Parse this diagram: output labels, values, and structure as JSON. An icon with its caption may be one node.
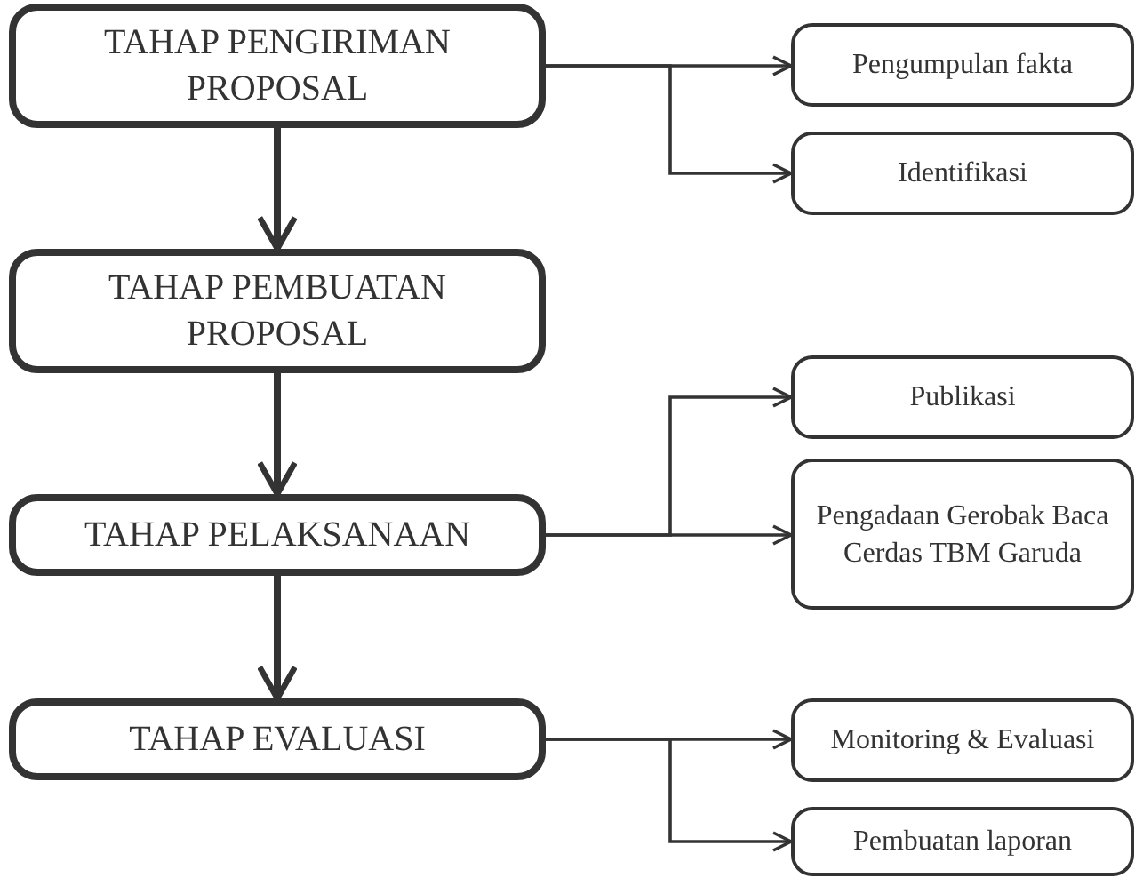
{
  "diagram": {
    "nodes": [
      {
        "text": [
          "TAHAP PENGIRIMAN PROPOSAL"
        ]
      },
      {
        "text": [
          "TAHAP PEMBUATAN PROPOSAL"
        ]
      },
      {
        "text": [
          "TAHAP PELAKSANAAN"
        ]
      },
      {
        "text": [
          "TAHAP EVALUASI"
        ]
      },
      {
        "text": [
          "Pengumpulan fakta"
        ]
      },
      {
        "text": [
          "Identifikasi"
        ]
      },
      {
        "text": [
          "Publikasi"
        ]
      },
      {
        "text": [
          "Pengadaan Gerobak Baca Cerdas TBM Garuda"
        ]
      },
      {
        "text": [
          "Monitoring & Evaluasi"
        ]
      },
      {
        "text": [
          "Pembuatan laporan"
        ]
      }
    ],
    "edges": [
      {
        "from": 0,
        "to": 1,
        "arrow": "to",
        "style": "thick"
      },
      {
        "from": 1,
        "to": 2,
        "arrow": "to",
        "style": "thick"
      },
      {
        "from": 2,
        "to": 3,
        "arrow": "to",
        "style": "thick"
      },
      {
        "from": 0,
        "to": 4,
        "arrow": "to"
      },
      {
        "from": 0,
        "to": 5,
        "arrow": "to"
      },
      {
        "from": 2,
        "to": 6,
        "arrow": "to"
      },
      {
        "from": 2,
        "to": 7,
        "arrow": "to"
      },
      {
        "from": 3,
        "to": 8,
        "arrow": "to"
      },
      {
        "from": 3,
        "to": 9,
        "arrow": "to"
      }
    ]
  }
}
